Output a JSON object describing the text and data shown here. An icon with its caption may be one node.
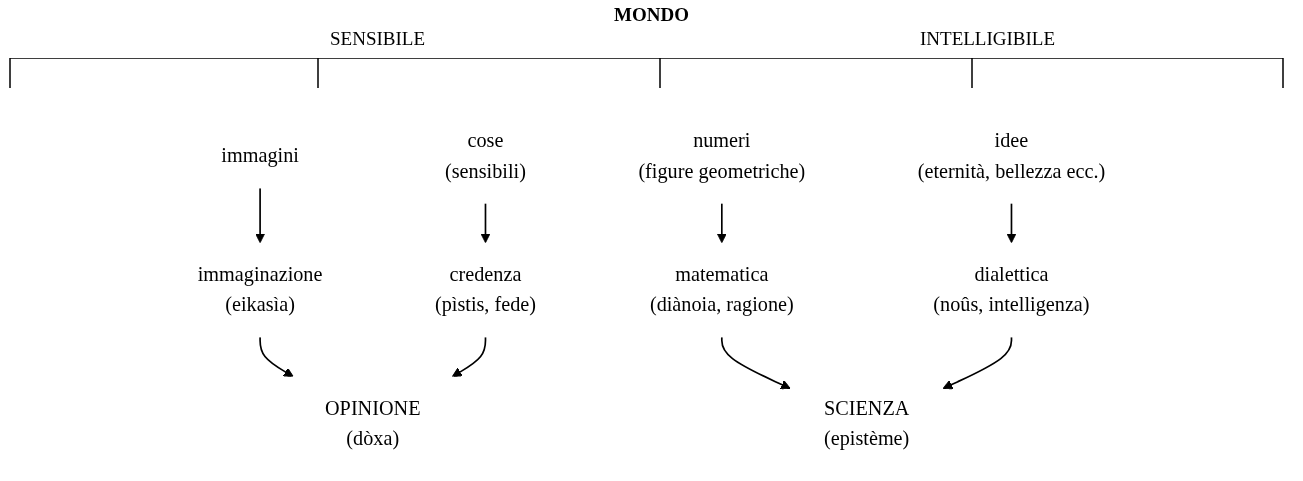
{
  "diagram": {
    "title": "MONDO",
    "nodes": [
      {
        "text": [
          "immagini"
        ]
      },
      {
        "text": [
          "cose",
          "(sensibili)"
        ]
      },
      {
        "text": [
          "numeri",
          "(figure geometriche)"
        ]
      },
      {
        "text": [
          "idee",
          "(eternità, bellezza ecc.)"
        ]
      },
      {
        "text": [
          "immaginazione",
          "(eikasìa)"
        ]
      },
      {
        "text": [
          "credenza",
          "(pìstis, fede)"
        ]
      },
      {
        "text": [
          "matematica",
          "(diànoia, ragione)"
        ]
      },
      {
        "text": [
          "dialettica",
          "(noûs, intelligenza)"
        ]
      },
      {
        "text": [
          "OPINIONE",
          "(dòxa)"
        ]
      },
      {
        "text": [
          "SCIENZA",
          "(epistème)"
        ]
      }
    ],
    "edges": [
      {
        "from": 0,
        "to": 4,
        "arrow": "to"
      },
      {
        "from": 1,
        "to": 5,
        "arrow": "to"
      },
      {
        "from": 2,
        "to": 6,
        "arrow": "to"
      },
      {
        "from": 3,
        "to": 7,
        "arrow": "to"
      },
      {
        "from": 4,
        "to": 8,
        "arrow": "to"
      },
      {
        "from": 5,
        "to": 8,
        "arrow": "to"
      },
      {
        "from": 6,
        "to": 9,
        "arrow": "to"
      },
      {
        "from": 7,
        "to": 9,
        "arrow": "to"
      }
    ],
    "labels": [
      "SENSIBILE",
      "INTELLIGIBILE"
    ]
  }
}
